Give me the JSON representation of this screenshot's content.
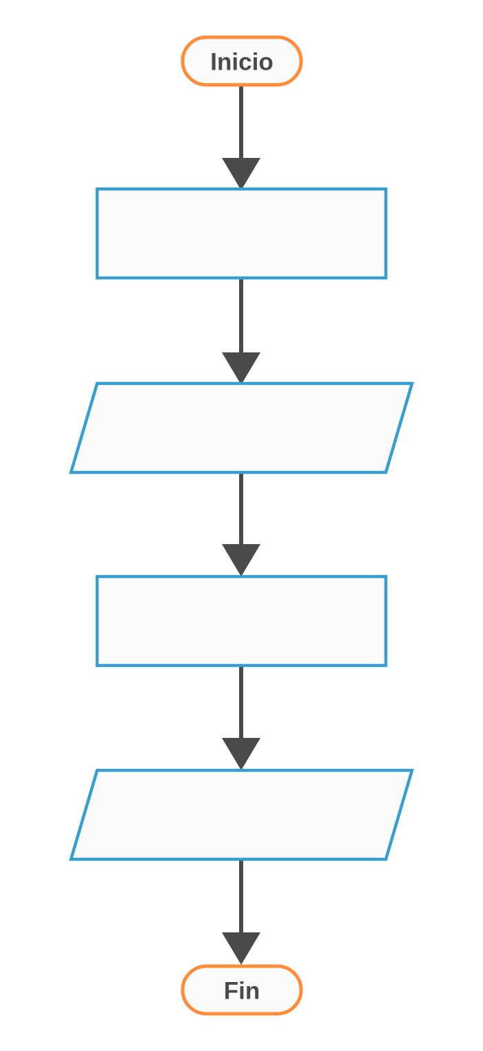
{
  "diagram": {
    "type": "flowchart",
    "colors": {
      "terminal_stroke": "#ff8c3b",
      "shape_stroke": "#369fce",
      "shape_fill": "#fafafa",
      "connector": "#4a4a4a",
      "label_text": "#4a4a4a"
    },
    "nodes": [
      {
        "id": "start",
        "shape": "terminal",
        "label": "Inicio"
      },
      {
        "id": "step1",
        "shape": "process",
        "label": ""
      },
      {
        "id": "step2",
        "shape": "input-output",
        "label": ""
      },
      {
        "id": "step3",
        "shape": "process",
        "label": ""
      },
      {
        "id": "step4",
        "shape": "input-output",
        "label": ""
      },
      {
        "id": "end",
        "shape": "terminal",
        "label": "Fin"
      }
    ],
    "edges": [
      {
        "from": "start",
        "to": "step1"
      },
      {
        "from": "step1",
        "to": "step2"
      },
      {
        "from": "step2",
        "to": "step3"
      },
      {
        "from": "step3",
        "to": "step4"
      },
      {
        "from": "step4",
        "to": "end"
      }
    ]
  }
}
